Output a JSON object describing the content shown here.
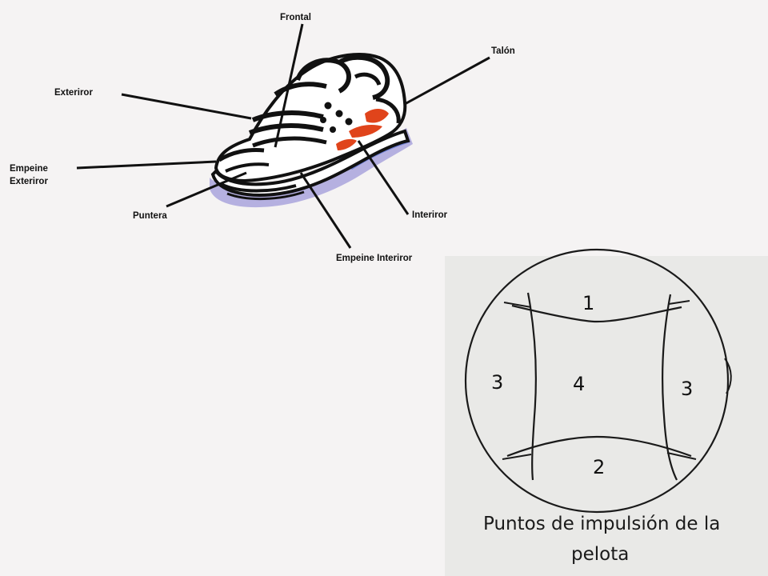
{
  "shoe_diagram": {
    "labels": {
      "frontal": "Frontal",
      "talon": "Talón",
      "exterior": "Exteriror",
      "empeine_exterior_line1": "Empeine",
      "empeine_exterior_line2": "Exteriror",
      "puntera": "Puntera",
      "interior": "Interiror",
      "empeine_interior": "Empeine Interiror"
    },
    "colors": {
      "outline": "#111111",
      "heel_accent": "#e0441b",
      "sole_blue": "#6c7fd6",
      "shadow_lavender": "#a9a3dc"
    }
  },
  "ball_diagram": {
    "zones": {
      "top": "1",
      "bottom": "2",
      "left": "3",
      "right": "3",
      "center": "4"
    },
    "caption_line1": "Puntos de impulsión de la",
    "caption_line2": "pelota",
    "panel_color": "#e9e9e7"
  }
}
